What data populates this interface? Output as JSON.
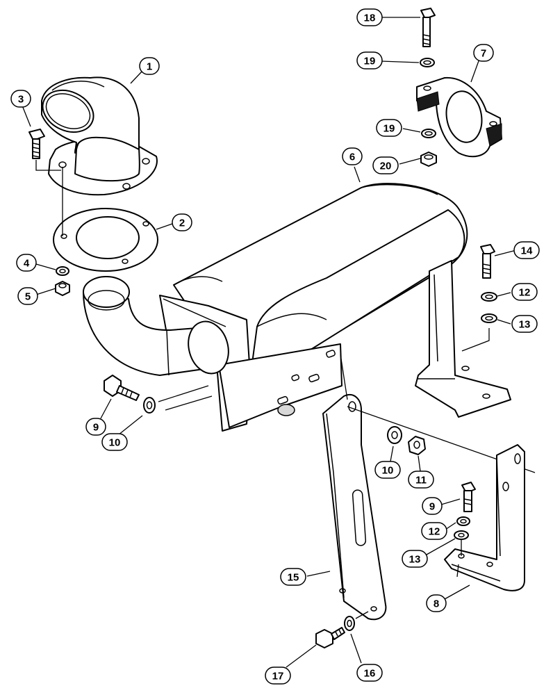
{
  "callouts": [
    {
      "label": "1"
    },
    {
      "label": "2"
    },
    {
      "label": "3"
    },
    {
      "label": "4"
    },
    {
      "label": "5"
    },
    {
      "label": "6"
    },
    {
      "label": "7"
    },
    {
      "label": "8"
    },
    {
      "label": "9"
    },
    {
      "label": "9"
    },
    {
      "label": "10"
    },
    {
      "label": "10"
    },
    {
      "label": "11"
    },
    {
      "label": "12"
    },
    {
      "label": "12"
    },
    {
      "label": "13"
    },
    {
      "label": "13"
    },
    {
      "label": "14"
    },
    {
      "label": "15"
    },
    {
      "label": "16"
    },
    {
      "label": "17"
    },
    {
      "label": "18"
    },
    {
      "label": "19"
    },
    {
      "label": "19"
    },
    {
      "label": "20"
    }
  ],
  "colors": {
    "line": "#000000",
    "background": "#ffffff",
    "fill_dark": "#1a1a1a"
  }
}
